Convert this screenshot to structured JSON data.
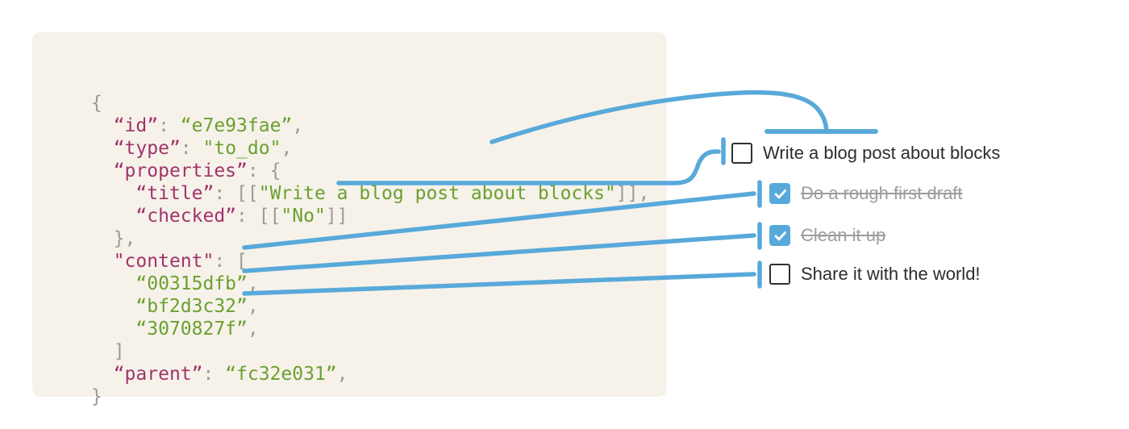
{
  "colors": {
    "accent_blue": "#58a9da",
    "panel_background": "#f6f2ea",
    "code_key": "#a1336a",
    "code_string": "#6ba02f",
    "code_punctuation": "#9b9a95",
    "todo_text": "#2e2d2b",
    "todo_done_text": "#9e9d9b",
    "checkbox_border": "#2f2f2f"
  },
  "code_block": {
    "lines": [
      [
        [
          "{",
          "p"
        ]
      ],
      [
        [
          "  ",
          "p"
        ],
        [
          "“id”",
          "k"
        ],
        [
          ": ",
          "p"
        ],
        [
          "“e7e93fae”",
          "s"
        ],
        [
          ",",
          "p"
        ]
      ],
      [
        [
          "  ",
          "p"
        ],
        [
          "“type”",
          "k"
        ],
        [
          ": ",
          "p"
        ],
        [
          "\"to_do\"",
          "s"
        ],
        [
          ",",
          "p"
        ]
      ],
      [
        [
          "  ",
          "p"
        ],
        [
          "“properties”",
          "k"
        ],
        [
          ": {",
          "p"
        ]
      ],
      [
        [
          "    ",
          "p"
        ],
        [
          "“title”",
          "k"
        ],
        [
          ": ",
          "p"
        ],
        [
          "[[",
          "p"
        ],
        [
          "\"Write a blog post about blocks\"",
          "s"
        ],
        [
          "]],",
          "p"
        ]
      ],
      [
        [
          "    ",
          "p"
        ],
        [
          "“checked”",
          "k"
        ],
        [
          ": ",
          "p"
        ],
        [
          "[[",
          "p"
        ],
        [
          "\"No\"",
          "s"
        ],
        [
          "]]",
          "p"
        ]
      ],
      [
        [
          "  },",
          "p"
        ]
      ],
      [
        [
          "  ",
          "p"
        ],
        [
          "\"content\"",
          "k"
        ],
        [
          ": ",
          "p"
        ],
        [
          "[",
          "p"
        ]
      ],
      [
        [
          "    ",
          "p"
        ],
        [
          "“00315dfb”",
          "s"
        ],
        [
          ",",
          "p"
        ]
      ],
      [
        [
          "    ",
          "p"
        ],
        [
          "“bf2d3c32”",
          "s"
        ],
        [
          ",",
          "p"
        ]
      ],
      [
        [
          "    ",
          "p"
        ],
        [
          "“3070827f”",
          "s"
        ],
        [
          ",",
          "p"
        ]
      ],
      [
        [
          "  ]",
          "p"
        ]
      ],
      [
        [
          "  ",
          "p"
        ],
        [
          "“parent”",
          "k"
        ],
        [
          ": ",
          "p"
        ],
        [
          "“fc32e031”",
          "s"
        ],
        [
          ",",
          "p"
        ]
      ],
      [
        [
          "}",
          "p"
        ]
      ]
    ]
  },
  "todo": {
    "items": [
      {
        "label": "Write a blog post about blocks",
        "checked": false
      },
      {
        "label": "Do a rough first draft",
        "checked": true
      },
      {
        "label": "Clean it up",
        "checked": true
      },
      {
        "label": "Share it with the world!",
        "checked": false
      }
    ]
  }
}
